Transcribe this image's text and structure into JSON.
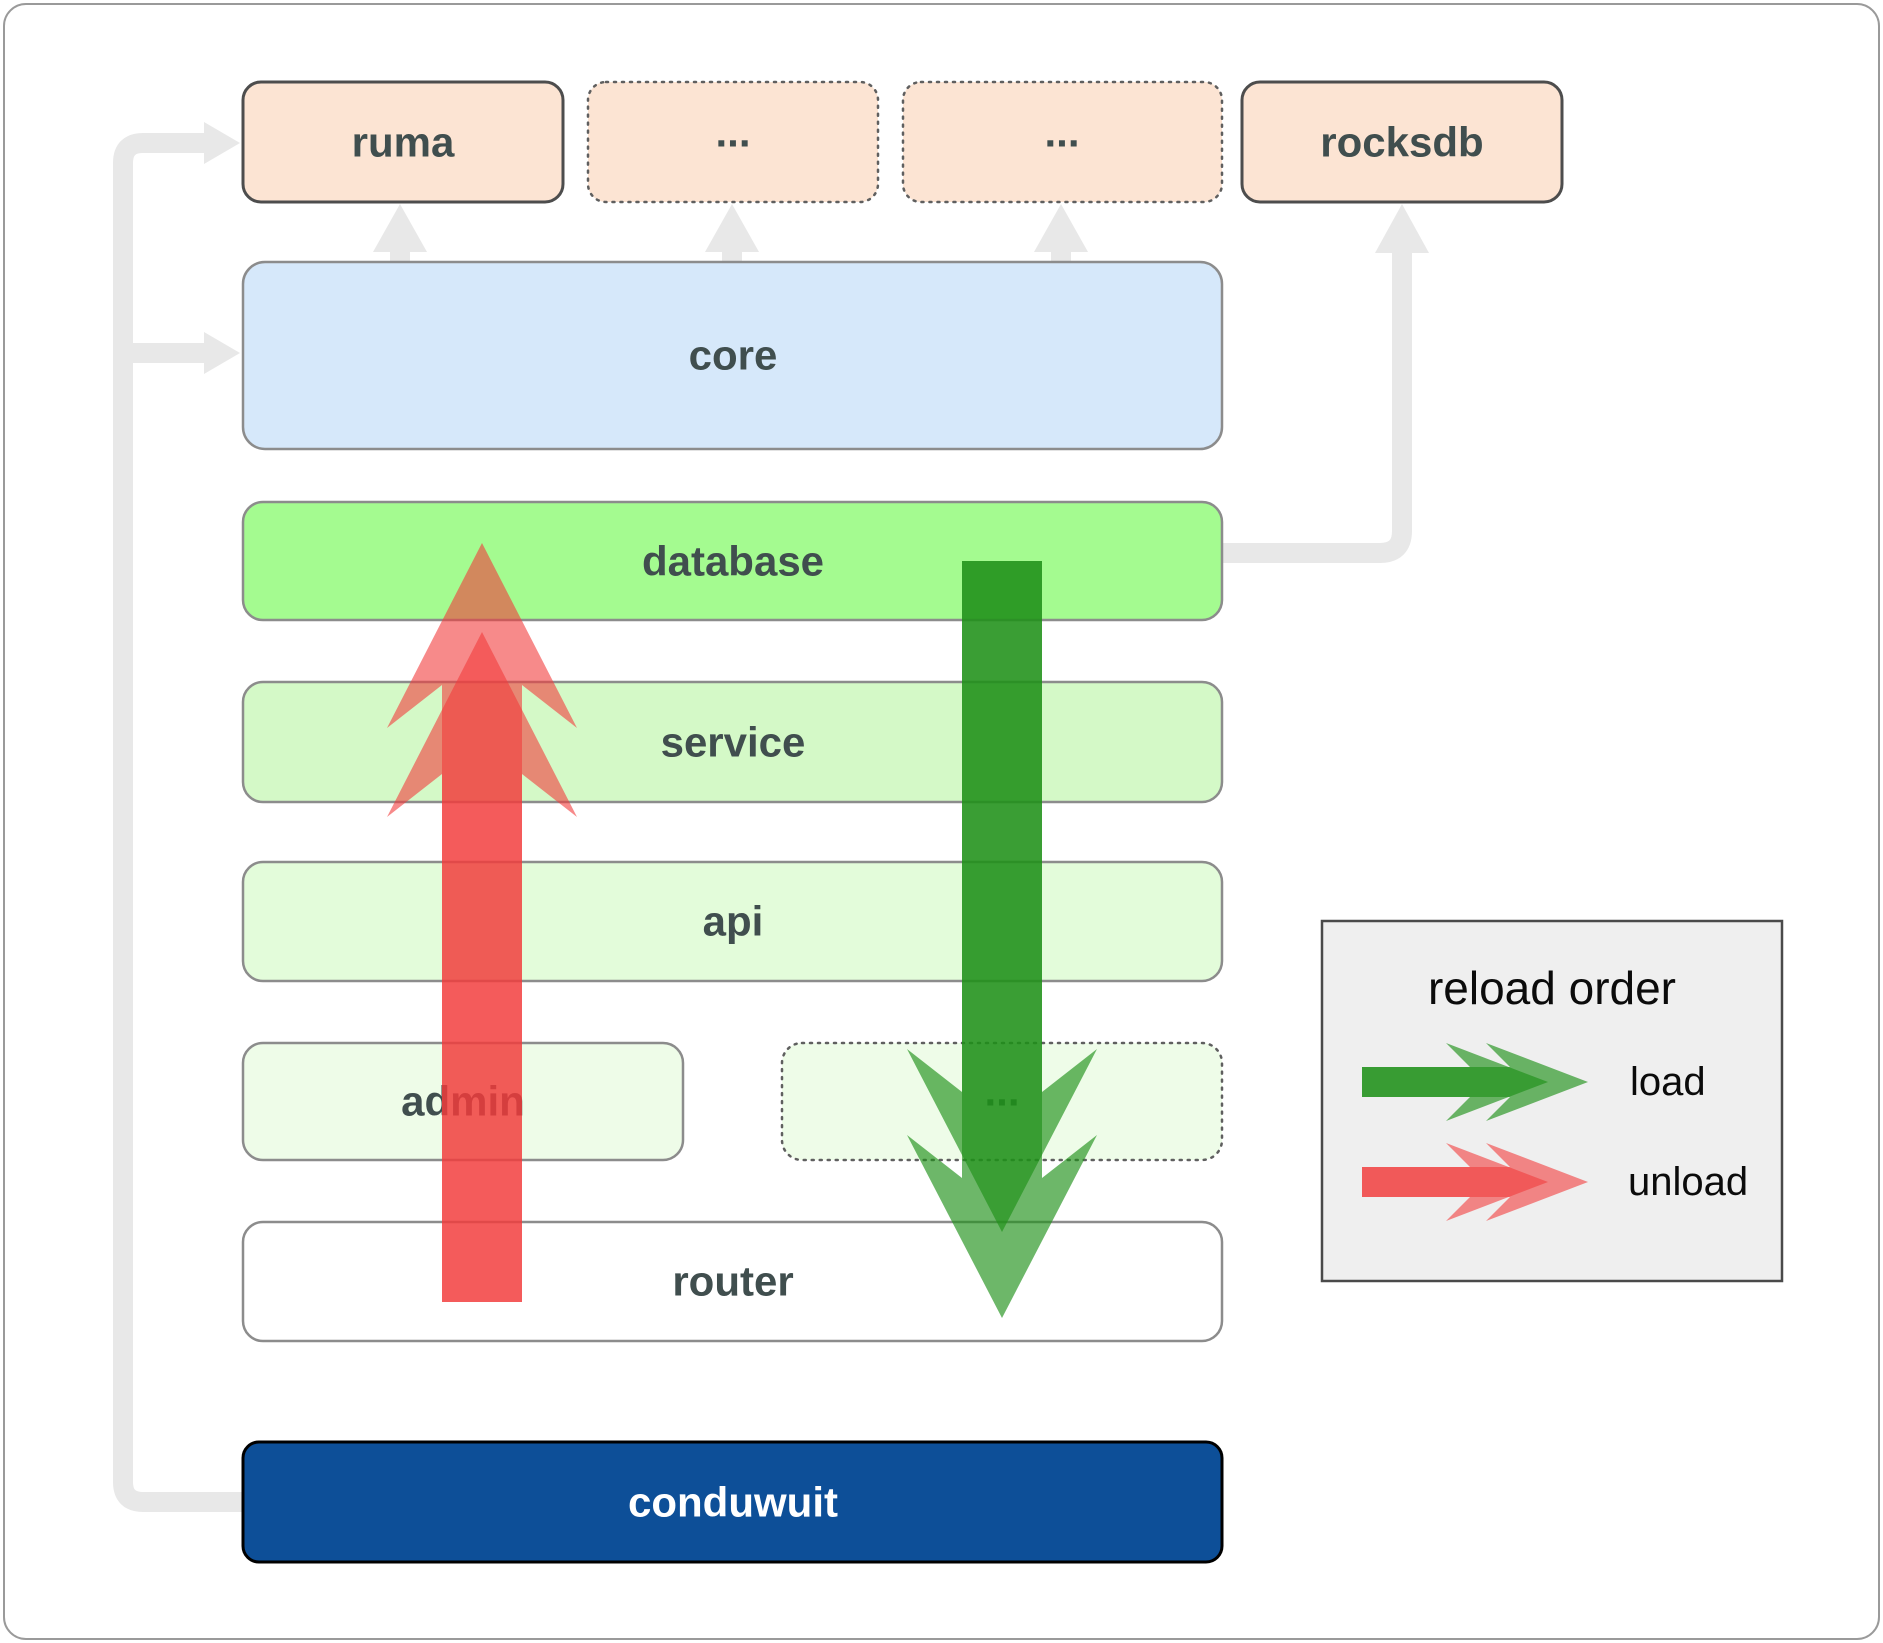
{
  "nodes": {
    "ruma": {
      "label": "ruma"
    },
    "ellipsis_top_1": {
      "label": "..."
    },
    "ellipsis_top_2": {
      "label": "..."
    },
    "rocksdb": {
      "label": "rocksdb"
    },
    "core": {
      "label": "core"
    },
    "database": {
      "label": "database"
    },
    "service": {
      "label": "service"
    },
    "api": {
      "label": "api"
    },
    "admin": {
      "label": "admin"
    },
    "ellipsis_admin": {
      "label": "..."
    },
    "router": {
      "label": "router"
    },
    "conduwuit": {
      "label": "conduwuit"
    }
  },
  "legend": {
    "title": "reload order",
    "items": [
      {
        "label": "load",
        "color": "#1e9119"
      },
      {
        "label": "unload",
        "color": "#f23c3c"
      }
    ]
  },
  "colors": {
    "peach_fill": "#fce4d3",
    "core_fill": "#d6e8fa",
    "database_fill": "#a4fb90",
    "service_fill": "#d4f9c7",
    "api_fill": "#e3fcda",
    "admin_fill": "#eefce8",
    "router_fill": "#ffffff",
    "conduwuit_fill": "#0d4f98",
    "connector_gray": "#e8e8e8",
    "legend_bg": "#efefef",
    "label_color": "#404e4e",
    "load_arrow": "rgba(30,145,25,0.65)",
    "unload_arrow": "rgba(242,60,60,0.60)"
  }
}
